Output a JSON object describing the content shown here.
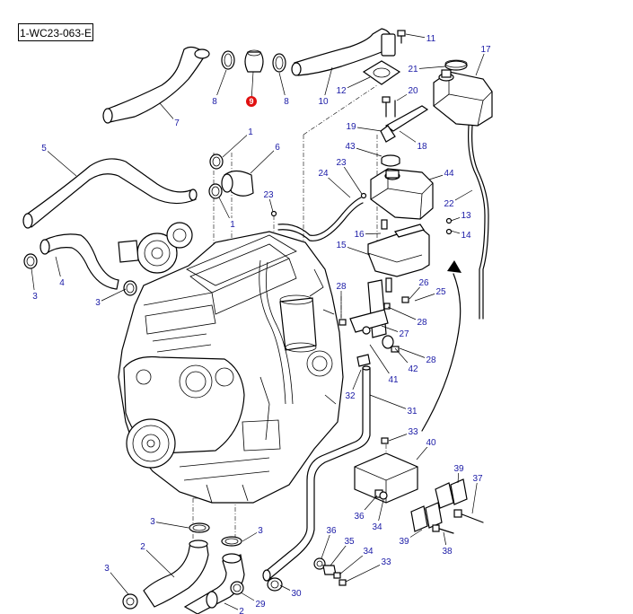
{
  "diagram": {
    "code": "1-WC23-063-E",
    "callout_color": "#1a1aa6",
    "highlight_color": "#e01010",
    "callouts": [
      "7",
      "8",
      "9",
      "8",
      "10",
      "12",
      "11",
      "17",
      "21",
      "20",
      "19",
      "18",
      "5",
      "1",
      "6",
      "1",
      "23",
      "24",
      "23",
      "43",
      "44",
      "22",
      "13",
      "14",
      "16",
      "15",
      "3",
      "4",
      "3",
      "28",
      "26",
      "25",
      "28",
      "27",
      "42",
      "28",
      "32",
      "41",
      "31",
      "33",
      "40",
      "39",
      "37",
      "36",
      "34",
      "39",
      "38",
      "3",
      "2",
      "3",
      "3",
      "36",
      "35",
      "34",
      "33",
      "30",
      "29",
      "2"
    ],
    "highlighted_callout": "9"
  }
}
